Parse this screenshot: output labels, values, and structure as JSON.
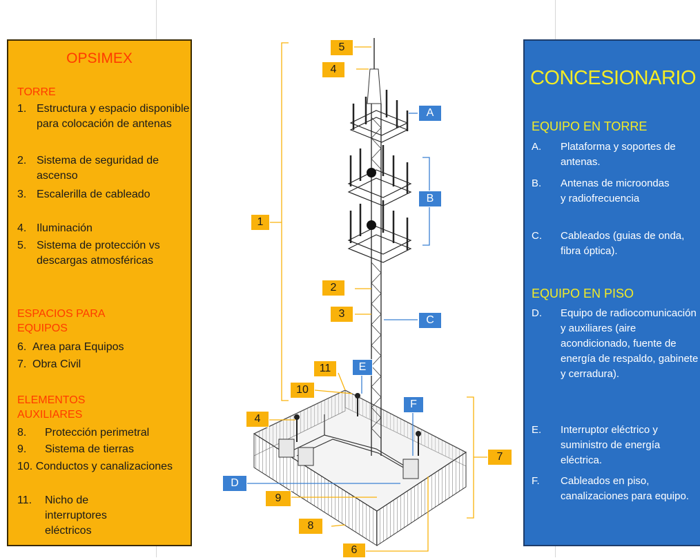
{
  "left": {
    "title": "OPSIMEX",
    "torre": {
      "heading": "TORRE",
      "items": [
        {
          "n": "1.",
          "t": "Estructura y espacio disponible para colocación de antenas"
        },
        {
          "n": "2.",
          "t": "Sistema de seguridad de ascenso"
        },
        {
          "n": "3.",
          "t": "Escalerilla de cableado"
        },
        {
          "n": "4.",
          "t": "Iluminación"
        },
        {
          "n": "5.",
          "t": "Sistema de protección vs descargas atmosféricas"
        }
      ]
    },
    "espacios": {
      "heading": "ESPACIOS PARA EQUIPOS",
      "items": [
        {
          "n": "6.",
          "t": "Area para Equipos"
        },
        {
          "n": "7.",
          "t": "Obra Civil"
        }
      ]
    },
    "elementos": {
      "heading": "ELEMENTOS AUXILIARES",
      "items": [
        {
          "n": "8.",
          "t": "Protección perimetral"
        },
        {
          "n": "9.",
          "t": "Sistema de tierras"
        },
        {
          "n": "10.",
          "t": "Conductos y canalizaciones"
        },
        {
          "n": "11.",
          "t": "Nicho de interruptores eléctricos"
        }
      ]
    }
  },
  "right": {
    "title": "CONCESIONARIO",
    "torre": {
      "heading": "EQUIPO EN TORRE",
      "items": [
        {
          "n": "A.",
          "t": "Plataforma y soportes de antenas."
        },
        {
          "n": "B.",
          "t": "Antenas de microondas y radiofrecuencia"
        },
        {
          "n": "C.",
          "t": "Cableados (guias de onda, fibra óptica)."
        }
      ]
    },
    "piso": {
      "heading": "EQUIPO EN PISO",
      "items": [
        {
          "n": "D.",
          "t": "Equipo de radiocomunicación y auxiliares (aire acondicionado, fuente de energía de respaldo, gabinete y cerradura)."
        },
        {
          "n": "E.",
          "t": "Interruptor eléctrico y suministro de energía eléctrica."
        },
        {
          "n": "F.",
          "t": "Cableados en piso, canalizaciones para equipo."
        }
      ]
    }
  },
  "diagram": {
    "labels": {
      "n1": "1",
      "n2": "2",
      "n3": "3",
      "n4a": "4",
      "n4b": "4",
      "n5": "5",
      "n6": "6",
      "n7": "7",
      "n8": "8",
      "n9": "9",
      "n10": "10",
      "n11": "11",
      "A": "A",
      "B": "B",
      "C": "C",
      "D": "D",
      "E": "E",
      "F": "F"
    }
  },
  "colors": {
    "orange_panel": "#f9b20b",
    "blue_panel": "#2a70c4",
    "heading_red": "#ff3b00",
    "heading_yellow": "#f4ec25"
  }
}
